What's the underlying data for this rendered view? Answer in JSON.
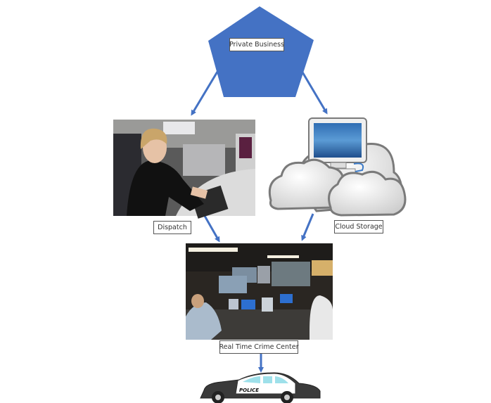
{
  "diagram": {
    "accent_color": "#4472c4",
    "nodes": {
      "private_business": {
        "label": "Private Business",
        "shape": "pentagon"
      },
      "dispatch": {
        "label": "Dispatch",
        "image": "dispatcher-at-workstation-photo"
      },
      "cloud_storage": {
        "label": "Cloud Storage",
        "image": "computer-in-clouds-icon"
      },
      "rtcc": {
        "label": "Real Time Crime Center",
        "image": "crime-center-control-room-photo"
      },
      "police": {
        "label": "POLICE",
        "image": "police-car-icon"
      }
    },
    "edges": [
      {
        "from": "Private Business",
        "to": "Dispatch"
      },
      {
        "from": "Private Business",
        "to": "Cloud Storage"
      },
      {
        "from": "Dispatch",
        "to": "Real Time Crime Center"
      },
      {
        "from": "Cloud Storage",
        "to": "Real Time Crime Center"
      },
      {
        "from": "Real Time Crime Center",
        "to": "Police"
      }
    ]
  }
}
